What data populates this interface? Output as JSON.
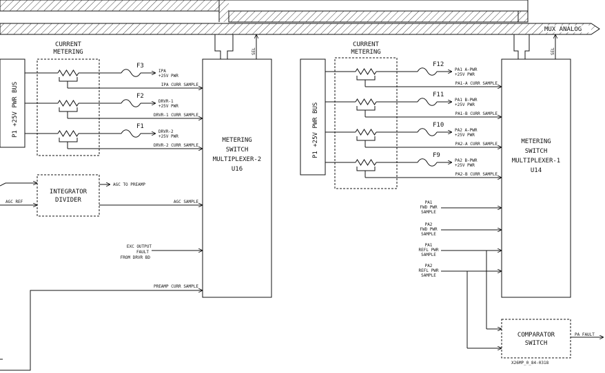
{
  "bus": {
    "label": "MUX ANALOG"
  },
  "left": {
    "metering_title": [
      "CURRENT",
      "METERING"
    ],
    "pwr_bus": "P1 +25V PWR BUS",
    "fuses": [
      {
        "id": "F3",
        "dest": [
          "IPA",
          "+25V PWR"
        ],
        "sample": "IPA CURR SAMPLE"
      },
      {
        "id": "F2",
        "dest": [
          "DRVR-1",
          "+25V PWR"
        ],
        "sample": "DRVR-1 CURR SAMPLE"
      },
      {
        "id": "F1",
        "dest": [
          "DRVR-2",
          "+25V PWR"
        ],
        "sample": "DRVR-2 CURR SAMPLE"
      }
    ],
    "integrator": [
      "INTEGRATOR",
      "DIVIDER"
    ],
    "agc_pre": "AGC TO PREAMP",
    "agc_ref": "AGC REF",
    "agc_sample": "AGC SAMPLE",
    "exc_output": [
      "EXC OUTPUT",
      "FAULT",
      "FROM DRVR BD"
    ],
    "preamp": "PREAMP CURR SAMPLE",
    "mux": [
      "METERING",
      "SWITCH",
      "MULTIPLEXER-2",
      "U16"
    ],
    "sel": "SEL"
  },
  "right": {
    "metering_title": [
      "CURRENT",
      "METERING"
    ],
    "pwr_bus": "P1 +25V PWR BUS",
    "fuses": [
      {
        "id": "F12",
        "dest": [
          "PA1 A-PWR",
          "+25V PWR"
        ],
        "sample": "PA1-A CURR SAMPLE"
      },
      {
        "id": "F11",
        "dest": [
          "PA1 B-PWR",
          "+25V PWR"
        ],
        "sample": "PA1-B CURR SAMPLE"
      },
      {
        "id": "F10",
        "dest": [
          "PA2 A-PWR",
          "+25V PWR"
        ],
        "sample": "PA2-A CURR SAMPLE"
      },
      {
        "id": "F9",
        "dest": [
          "PA2 B-PWR",
          "+25V PWR"
        ],
        "sample": "PA2-B CURR SAMPLE"
      }
    ],
    "samples": [
      [
        "PA1",
        "FWD PWR",
        "SAMPLE"
      ],
      [
        "PA2",
        "FWD PWR",
        "SAMPLE"
      ],
      [
        "PA1",
        "REFL PWR",
        "SAMPLE"
      ],
      [
        "PA2",
        "REFL PWR",
        "SAMPLE"
      ]
    ],
    "comparator": [
      "COMPARATOR",
      "SWITCH"
    ],
    "pa_fault": "PA FAULT",
    "part_no": "X26MP_0_84-0318",
    "mux": [
      "METERING",
      "SWITCH",
      "MULTIPLEXER-1",
      "U14"
    ],
    "sel": "SEL"
  }
}
